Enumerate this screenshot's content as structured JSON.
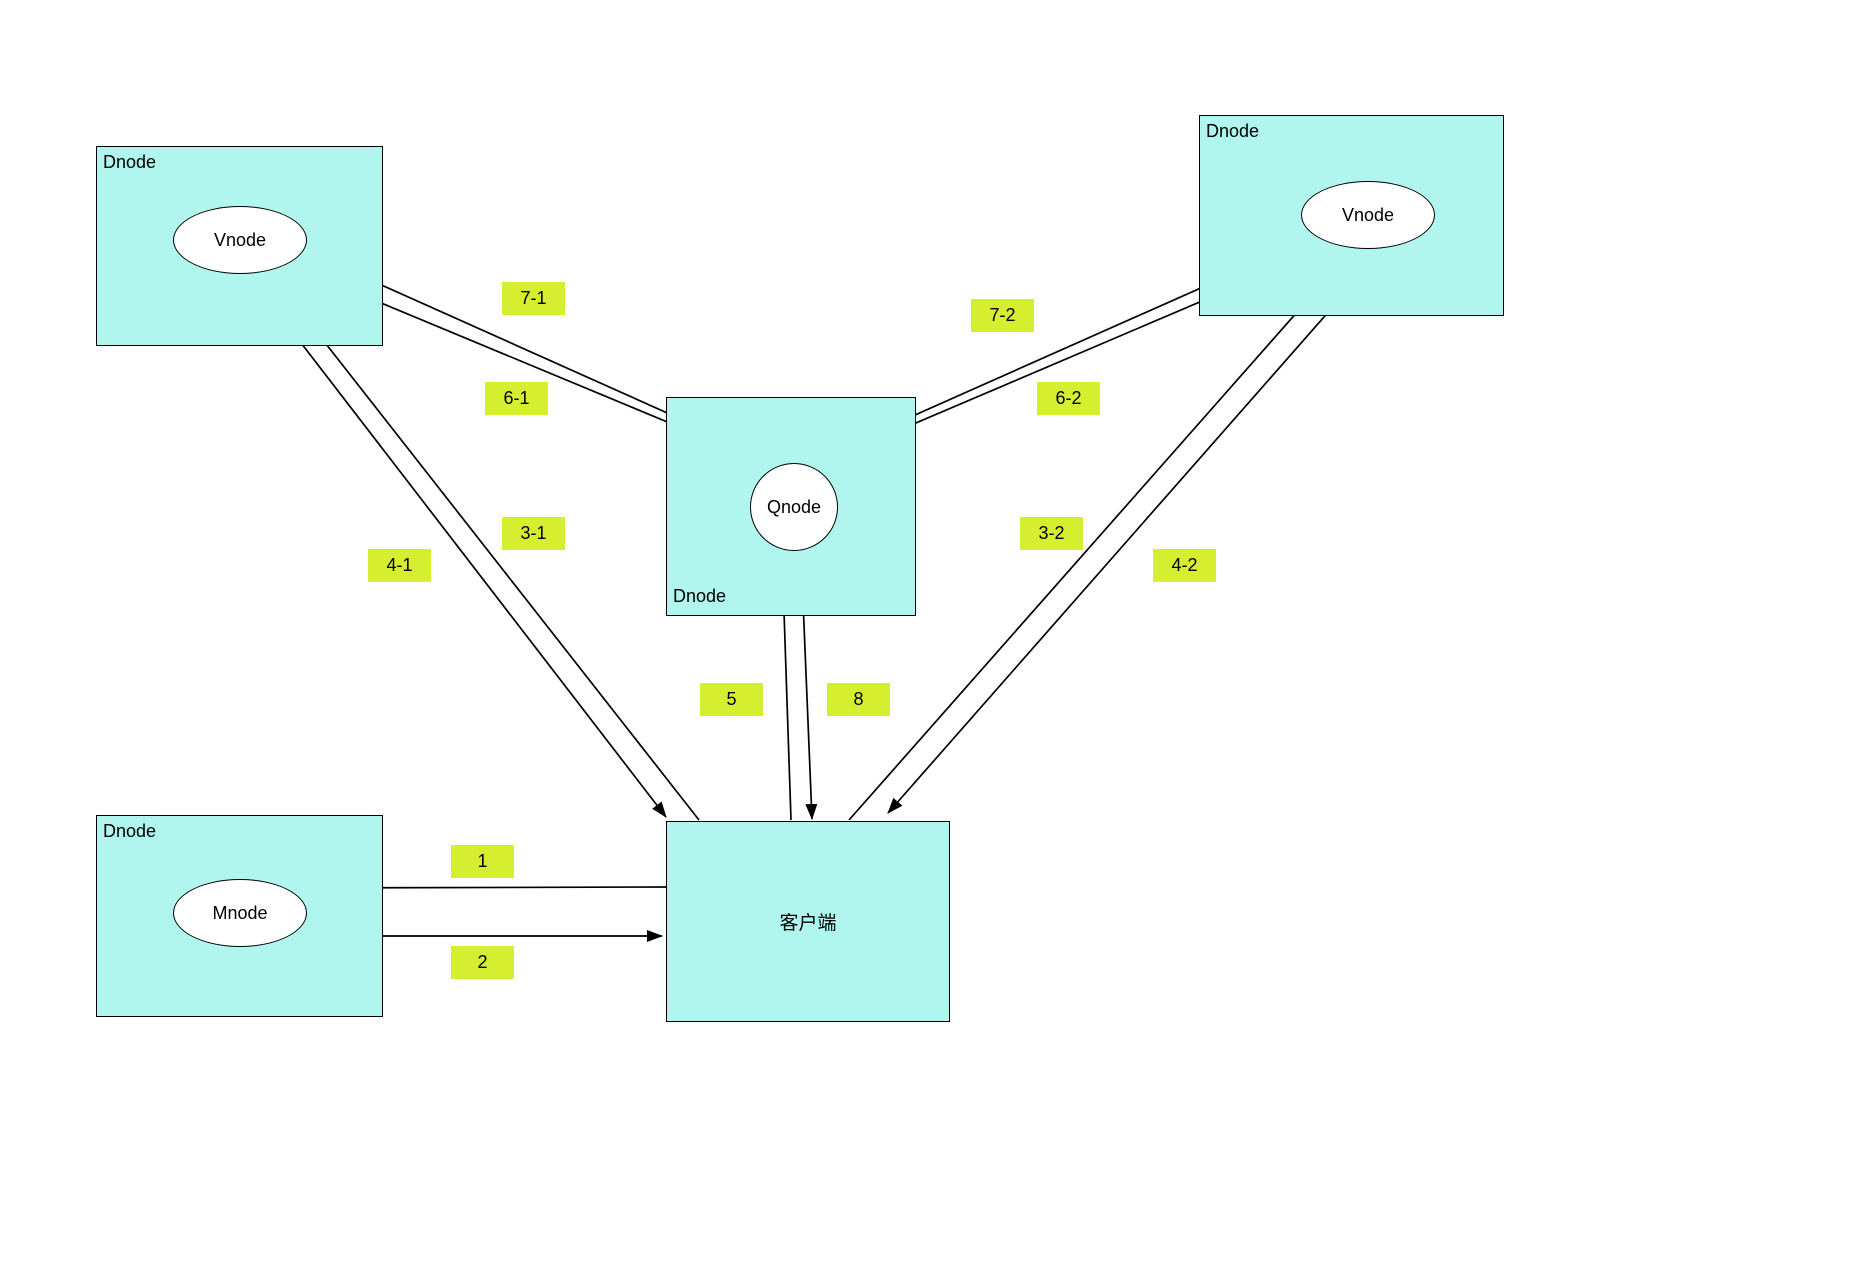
{
  "colors": {
    "box_fill": "#b0f6ee",
    "box_border": "#000000",
    "label_fill": "#d6ee30",
    "node_fill": "#ffffff",
    "line": "#000000",
    "background": "#ffffff"
  },
  "nodes": {
    "dnode_tl": {
      "title": "Dnode",
      "inner": "Vnode"
    },
    "dnode_tr": {
      "title": "Dnode",
      "inner": "Vnode"
    },
    "dnode_mid": {
      "title": "Dnode",
      "inner": "Qnode"
    },
    "dnode_bl": {
      "title": "Dnode",
      "inner": "Mnode"
    },
    "client": {
      "title": "客户端"
    }
  },
  "edge_labels": {
    "e1": "1",
    "e2": "2",
    "e3_1": "3-1",
    "e4_1": "4-1",
    "e3_2": "3-2",
    "e4_2": "4-2",
    "e5": "5",
    "e8": "8",
    "e6_1": "6-1",
    "e7_1": "7-1",
    "e6_2": "6-2",
    "e7_2": "7-2"
  }
}
